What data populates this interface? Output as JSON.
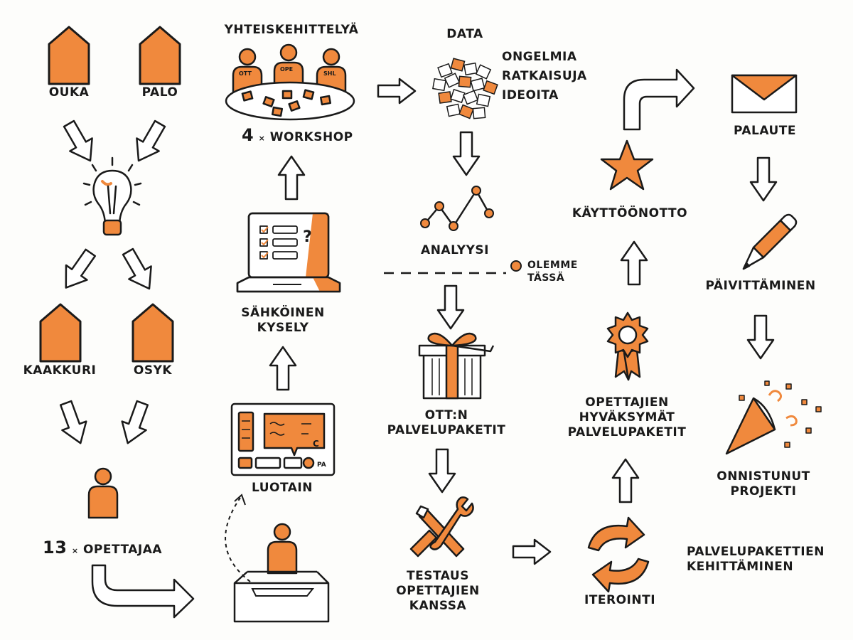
{
  "colors": {
    "accent": "#f0893d",
    "ink": "#1a1a1a",
    "paper": "#fdfdfb"
  },
  "labels": {
    "ouka": "OUKA",
    "palo": "PALO",
    "kaakkuri": "KAAKKURI",
    "osyk": "OSYK",
    "teachers_count": "13",
    "teachers_times": "×",
    "teachers_label": "OPETTAJAA",
    "luotain": "LUOTAIN",
    "survey": [
      "SÄHKÖINEN",
      "KYSELY"
    ],
    "codevelopment": "YHTEISKEHITTELYÄ",
    "workshop_count": "4",
    "workshop_times": "×",
    "workshop_label": "WORKSHOP",
    "data": "DATA",
    "data_items": [
      "ONGELMIA",
      "RATKAISUJA",
      "IDEOITA"
    ],
    "analysis": "ANALYYSI",
    "we_are_here": [
      "OLEMME",
      "TÄSSÄ"
    ],
    "service_packages": [
      "OTT:N",
      "PALVELUPAKETIT"
    ],
    "testing": [
      "TESTAUS",
      "OPETTAJIEN",
      "KANSSA"
    ],
    "iteration": "ITEROINTI",
    "package_development": [
      "PALVELUPAKETTIEN",
      "KEHITTÄMINEN"
    ],
    "approved": [
      "OPETTAJIEN",
      "HYVÄKSYMÄT",
      "PALVELUPAKETIT"
    ],
    "deployment": "KÄYTTÖÖNOTTO",
    "feedback": "PALAUTE",
    "updating": "PÄIVITTÄMINEN",
    "success": [
      "ONNISTUNUT",
      "PROJEKTI"
    ],
    "person_tags": [
      "OTT",
      "OPE",
      "SHL"
    ],
    "survey_screen_mark": "?",
    "luotain_mark_a": "C",
    "luotain_mark_b": "PA"
  }
}
